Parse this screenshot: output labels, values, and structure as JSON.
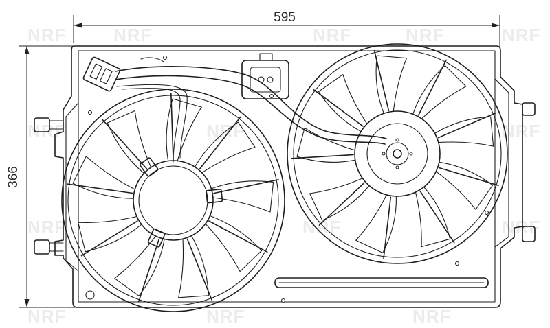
{
  "dimensions": {
    "width_value": "595",
    "height_value": "366"
  },
  "watermark": {
    "text": "NRF"
  },
  "fans": {
    "left_blade_count": 9,
    "right_blade_count": 9
  }
}
